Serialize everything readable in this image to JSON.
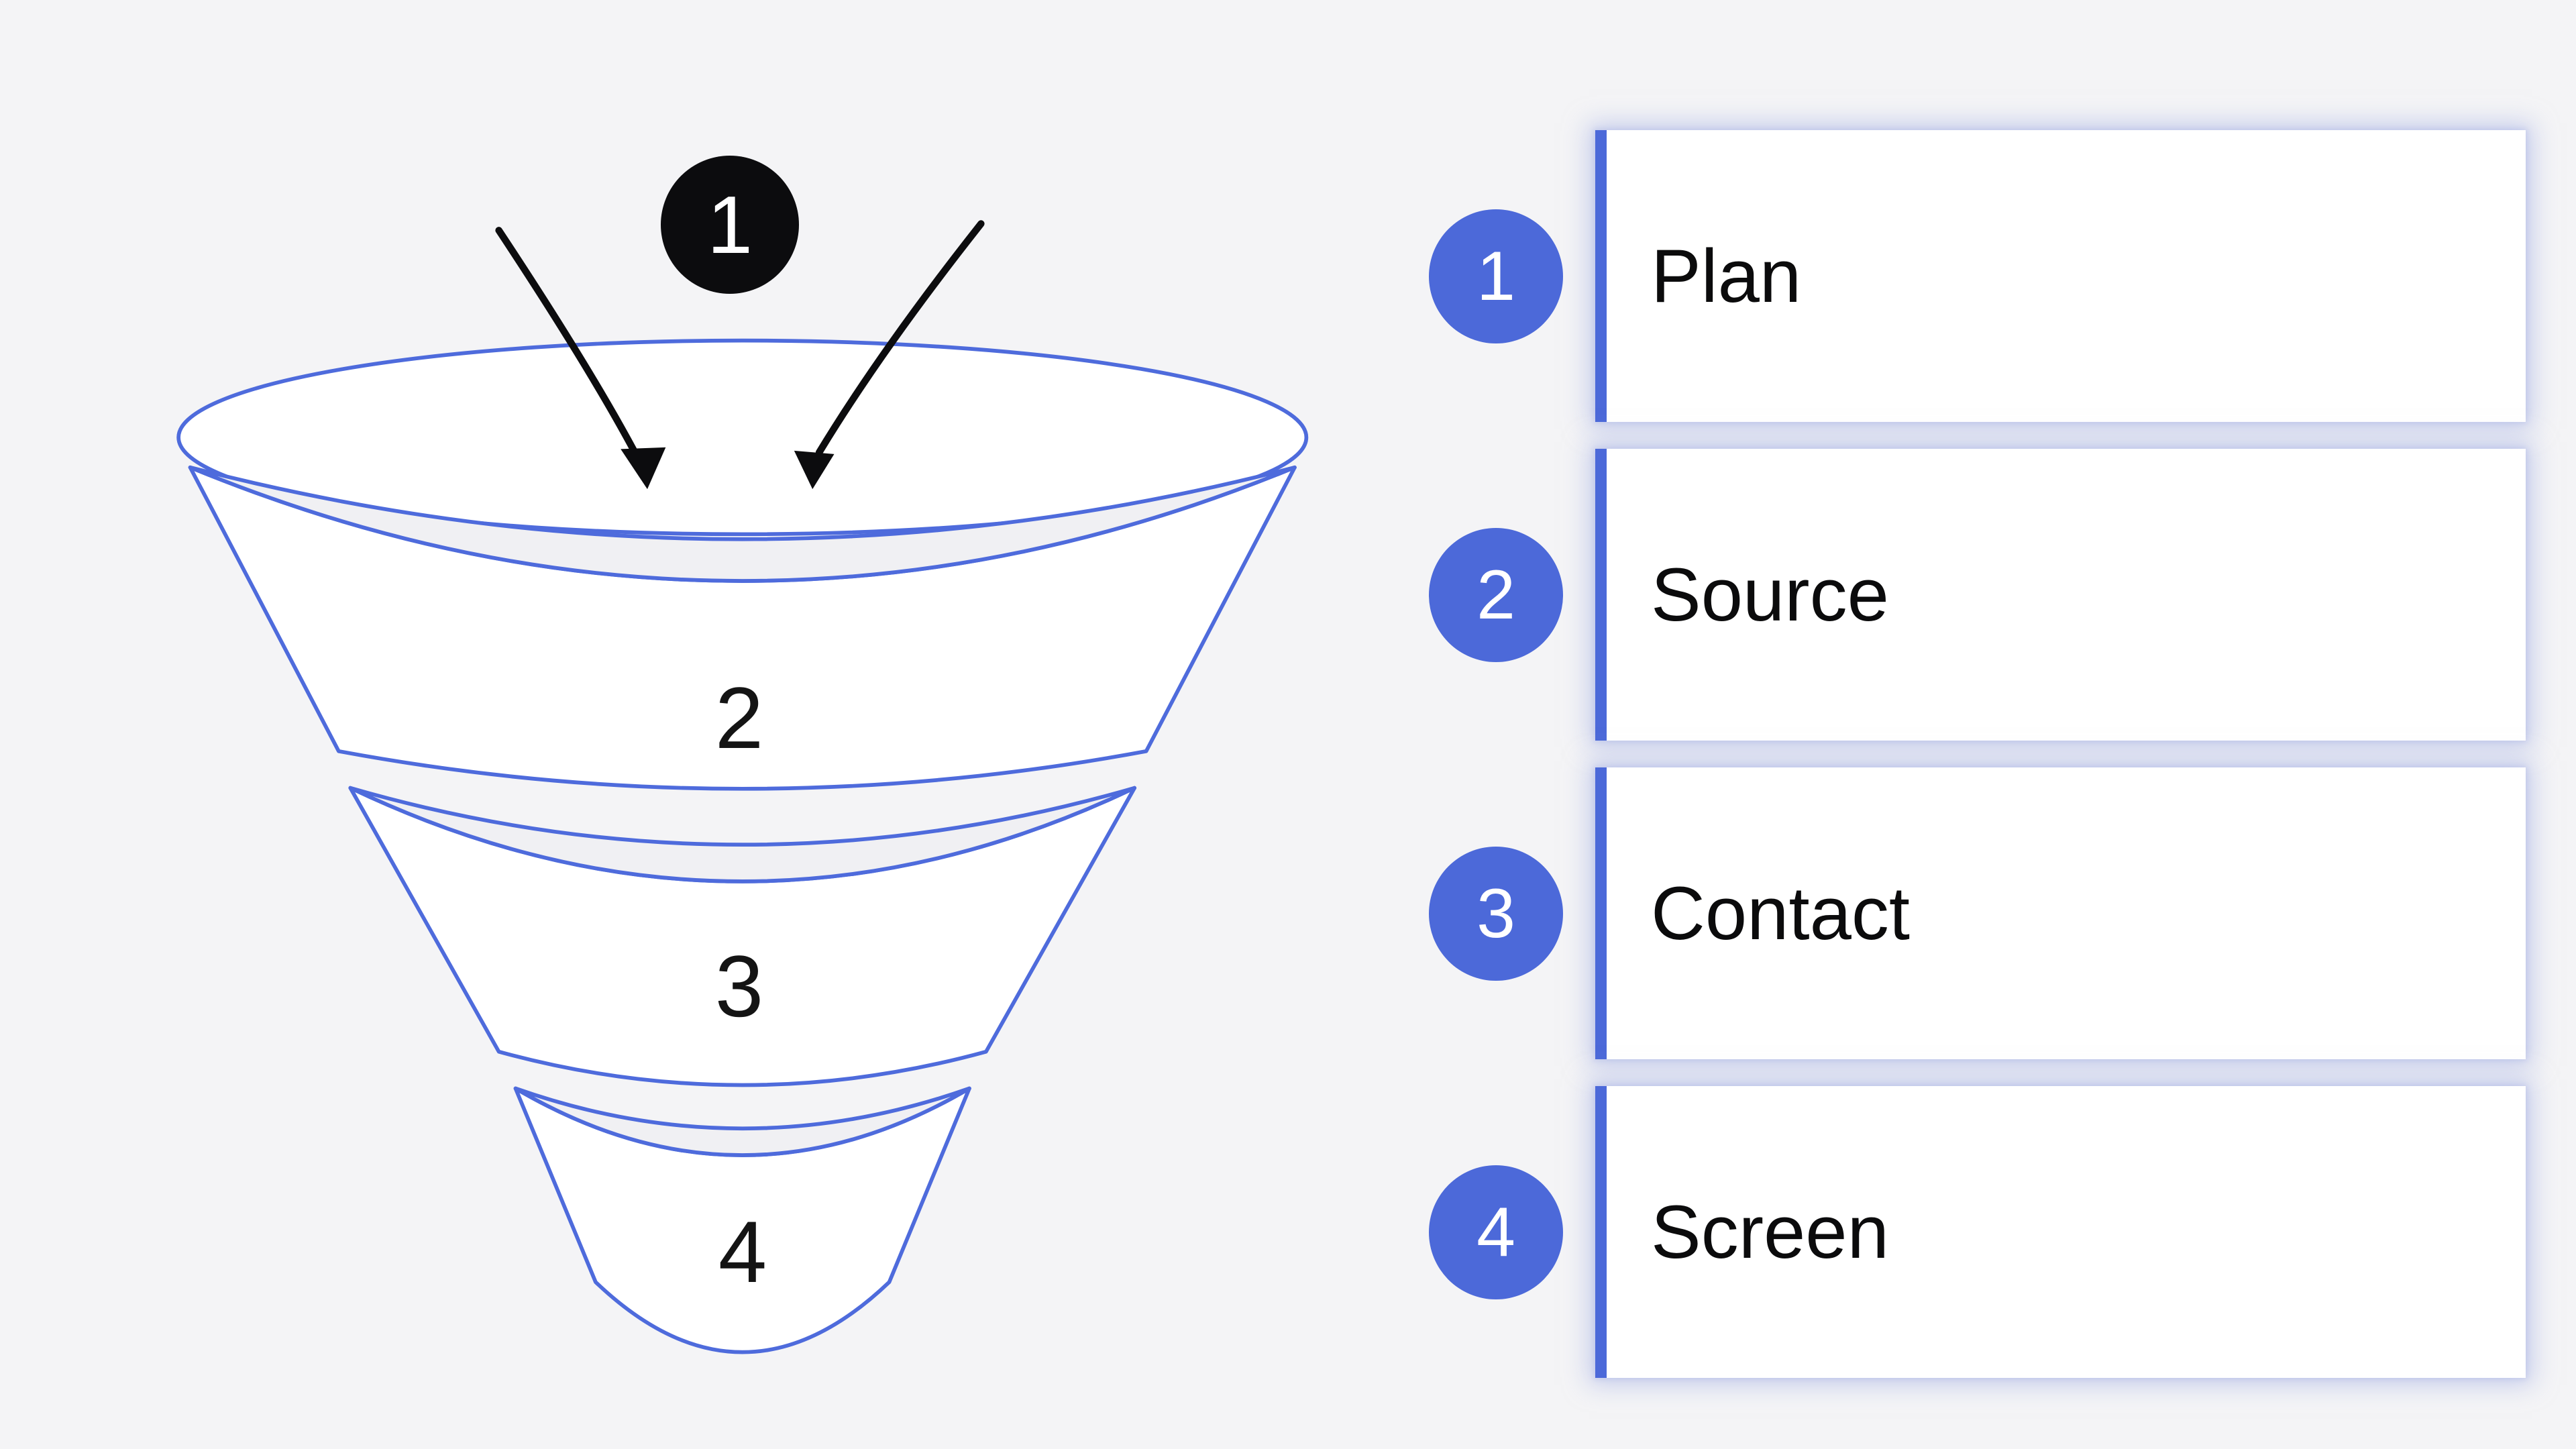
{
  "colors": {
    "background": "#f4f4f6",
    "accent_blue": "#4c69d9",
    "funnel_stroke": "#4e6bdc",
    "funnel_band_fill": "#f0f0f3",
    "badge_black": "#0c0c0e",
    "card_shadow": "#a0ade4"
  },
  "funnel": {
    "inlet_badge": "1",
    "stages": [
      {
        "number": "2"
      },
      {
        "number": "3"
      },
      {
        "number": "4"
      }
    ]
  },
  "steps": [
    {
      "number": "1",
      "label": "Plan"
    },
    {
      "number": "2",
      "label": "Source"
    },
    {
      "number": "3",
      "label": "Contact"
    },
    {
      "number": "4",
      "label": "Screen"
    }
  ]
}
